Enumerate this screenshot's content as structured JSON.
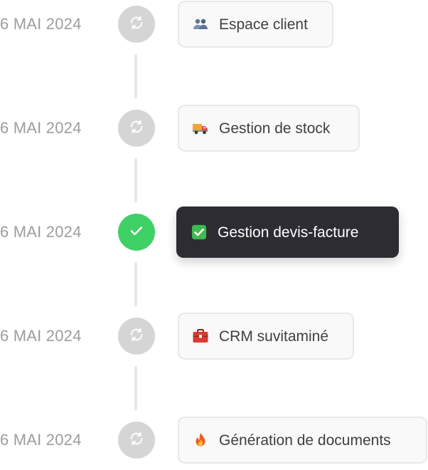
{
  "timeline": {
    "items": [
      {
        "date": "6 MAI 2024",
        "status": "sync",
        "status_icon": "sync-icon",
        "icon": "people-icon",
        "label": "Espace client",
        "active": false
      },
      {
        "date": "6 MAI 2024",
        "status": "sync",
        "status_icon": "sync-icon",
        "icon": "truck-icon",
        "label": "Gestion de stock",
        "active": false
      },
      {
        "date": "6 MAI 2024",
        "status": "done",
        "status_icon": "checkmark-icon",
        "icon": "check-box-icon",
        "label": "Gestion devis-facture",
        "active": true
      },
      {
        "date": "6 MAI 2024",
        "status": "sync",
        "status_icon": "sync-icon",
        "icon": "toolbox-icon",
        "label": "CRM suvitaminé",
        "active": false
      },
      {
        "date": "6 MAI 2024",
        "status": "sync",
        "status_icon": "sync-icon",
        "icon": "fire-icon",
        "label": "Génération de documents",
        "active": false
      }
    ]
  },
  "colors": {
    "date_text": "#9d9d9d",
    "sync_circle": "#d5d5d5",
    "done_circle": "#3fd066",
    "card_border": "#e8e8e8",
    "card_bg": "#f9f9f9",
    "active_card_bg": "#2d2c33",
    "connector": "#e7e7e7"
  }
}
